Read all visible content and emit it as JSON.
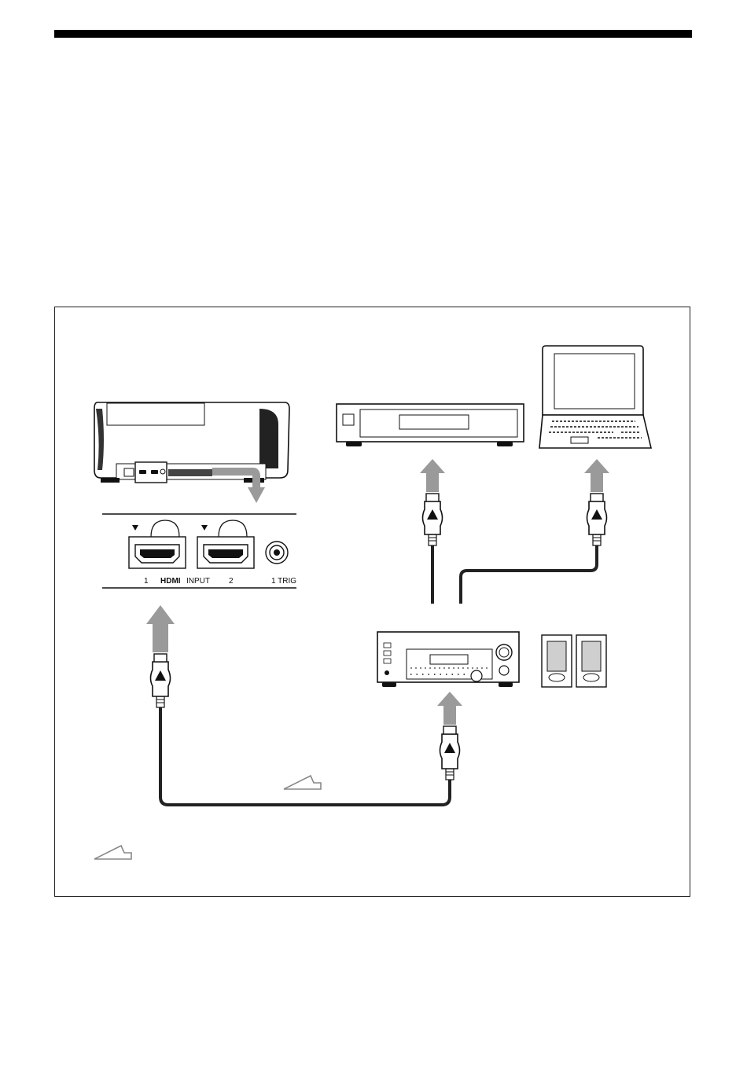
{
  "colors": {
    "rule": "#000000",
    "arrow_gray": "#9a9a9a",
    "cable": "#222222",
    "frame": "#222222"
  },
  "panel": {
    "port1_number": "1",
    "hdmi_logo": "HDMI",
    "input_label": "INPUT",
    "port2_number": "2",
    "trigger_label": "1  TRIG"
  },
  "icons": {
    "projector": "projector-rear-icon",
    "player": "video-player-icon",
    "computer": "laptop-icon",
    "receiver": "av-amplifier-icon",
    "speakers": "speaker-icon",
    "signal_flow": "signal-flow-arrow-icon"
  }
}
